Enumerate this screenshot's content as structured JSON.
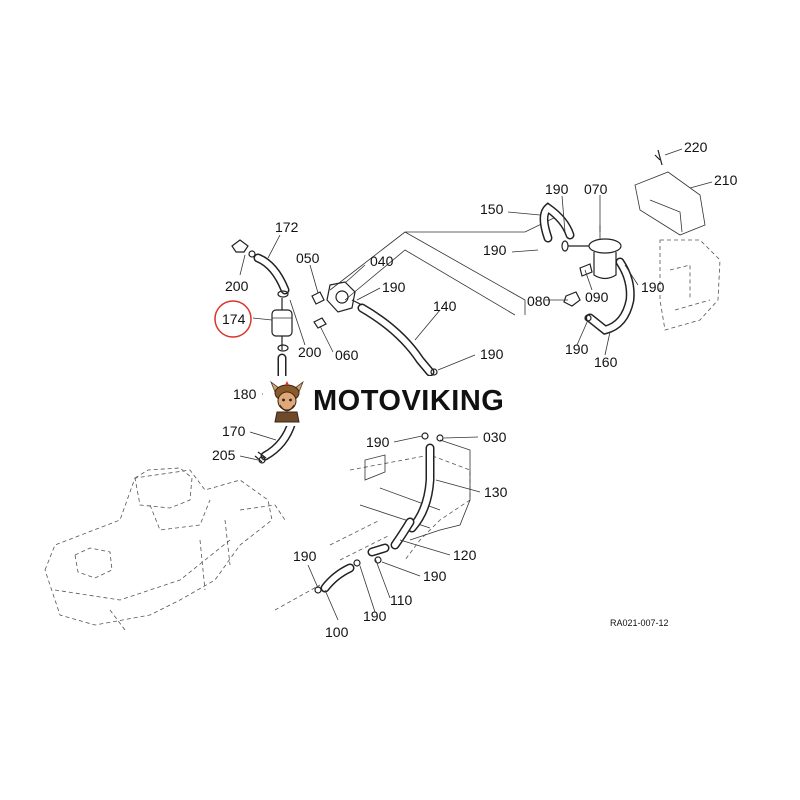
{
  "diagram": {
    "reference_code": "RA021-007-12",
    "highlighted_part": "174",
    "part_labels": {
      "p220": "220",
      "p210": "210",
      "p190_top": "190",
      "p070": "070",
      "p150": "150",
      "p190_mid": "190",
      "p172": "172",
      "p050": "050",
      "p040": "040",
      "p190_b": "190",
      "p200_a": "200",
      "p174": "174",
      "p200_b": "200",
      "p060": "060",
      "p140": "140",
      "p080": "080",
      "p090": "090",
      "p190_c": "190",
      "p190_d": "190",
      "p160": "160",
      "p190_e": "190",
      "p180": "180",
      "p170": "170",
      "p205": "205",
      "p190_f": "190",
      "p030": "030",
      "p130": "130",
      "p120": "120",
      "p190_g": "190",
      "p190_h": "190",
      "p110": "110",
      "p190_i": "190",
      "p100": "100"
    }
  },
  "watermark": {
    "text": "MOTOVIKING",
    "logo_icon": "viking-mascot-icon"
  },
  "colors": {
    "line": "#222222",
    "highlight_circle": "#d9352b",
    "background": "#ffffff"
  }
}
